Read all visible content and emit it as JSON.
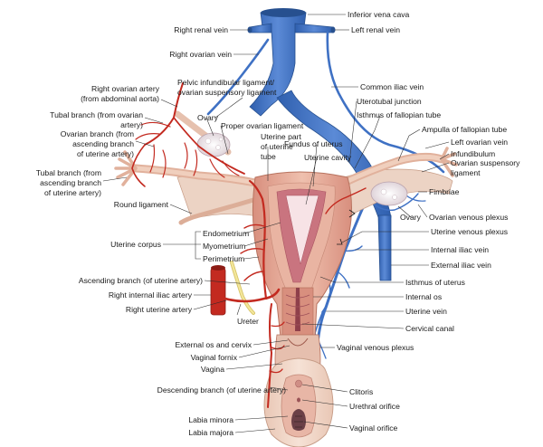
{
  "labels": {
    "inferior_vena_cava": "Inferior vena cava",
    "right_renal_vein": "Right renal vein",
    "left_renal_vein": "Left renal vein",
    "right_ovarian_vein": "Right ovarian vein",
    "right_ovarian_artery_1": "Right ovarian artery",
    "right_ovarian_artery_2": "(from abdominal aorta)",
    "pelvic_infundibular_1": "Pelvic infundibular ligament/",
    "pelvic_infundibular_2": "ovarian suspensory ligament",
    "common_iliac_vein": "Common iliac vein",
    "uterotubal_junction": "Uterotubal junction",
    "isthmus_fallopian": "Isthmus of fallopian tube",
    "tubal_branch_ovarian_1": "Tubal branch (from ovarian",
    "tubal_branch_ovarian_2": "artery)",
    "ovary_top": "Ovary",
    "proper_ovarian_ligament": "Proper ovarian ligament",
    "ampulla": "Ampulla of fallopian tube",
    "left_ovarian_vein": "Left ovarian vein",
    "infundibulum": "Infundibulum",
    "ovarian_branch_1": "Ovarian branch (from",
    "ovarian_branch_2": "ascending branch",
    "ovarian_branch_3": "of uterine artery)",
    "uterine_part_tube_1": "Uterine part",
    "uterine_part_tube_2": "of uterine",
    "uterine_part_tube_3": "tube",
    "fundus": "Fundus of uterus",
    "uterine_cavity": "Uterine cavity",
    "tubal_branch_uterine_1": "Tubal branch (from",
    "tubal_branch_uterine_2": "ascending branch",
    "tubal_branch_uterine_3": "of uterine artery)",
    "ovarian_suspensory_1": "Ovarian suspensory",
    "ovarian_suspensory_2": "ligament",
    "fimbriae": "Fimbriae",
    "round_ligament": "Round ligament",
    "ovary_right": "Ovary",
    "ovarian_venous_plexus": "Ovarian venous plexus",
    "uterine_venous_plexus": "Uterine venous plexus",
    "endometrium": "Endometrium",
    "uterine_corpus": "Uterine corpus",
    "myometrium": "Myometrium",
    "internal_iliac_vein": "Internal iliac vein",
    "perimetrium": "Perimetrium",
    "external_iliac_vein": "External iliac vein",
    "ascending_branch": "Ascending branch (of uterine artery)",
    "isthmus_uterus": "Isthmus of uterus",
    "right_internal_iliac_artery": "Right internal iliac artery",
    "internal_os": "Internal os",
    "right_uterine_artery": "Right uterine artery",
    "uterine_vein": "Uterine vein",
    "ureter": "Ureter",
    "cervical_canal": "Cervical canal",
    "external_os": "External os and cervix",
    "vaginal_fornix": "Vaginal fornix",
    "vaginal_venous_plexus": "Vaginal venous plexus",
    "vagina": "Vagina",
    "descending_branch": "Descending branch (of uterine artery)",
    "clitoris": "Clitoris",
    "urethral_orifice": "Urethral orifice",
    "labia_minora": "Labia minora",
    "vaginal_orifice": "Vaginal orifice",
    "labia_majora": "Labia majora"
  },
  "colors": {
    "vein": "#3f71c4",
    "artery": "#c32a20",
    "uterus_wall": "#e2a391",
    "endometrium": "#c9747f",
    "ligament": "#e8c4b2",
    "ovary": "#efe6ea",
    "ureter": "#f3e79a"
  }
}
